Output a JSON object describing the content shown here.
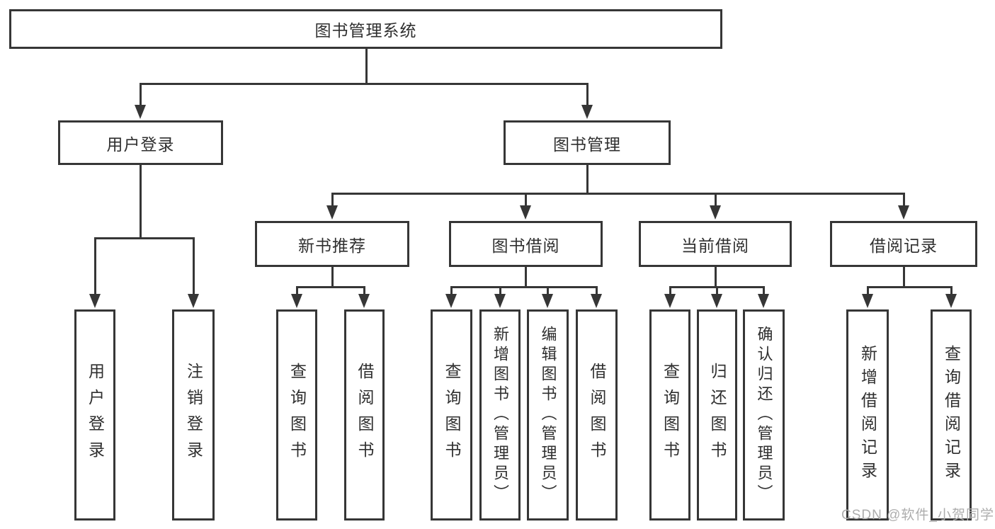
{
  "diagram": {
    "root": {
      "label": "图书管理系统"
    },
    "level2": [
      {
        "label": "用户登录"
      },
      {
        "label": "图书管理"
      }
    ],
    "level3": [
      {
        "label": "新书推荐"
      },
      {
        "label": "图书借阅"
      },
      {
        "label": "当前借阅"
      },
      {
        "label": "借阅记录"
      }
    ],
    "leaves": {
      "user_login": [
        "用户登录",
        "注销登录"
      ],
      "new_book": [
        "查询图书",
        "借阅图书"
      ],
      "book_borrow": [
        "查询图书",
        "新增图书（管理员）",
        "编辑图书（管理员）",
        "借阅图书"
      ],
      "current_borrow": [
        "查询图书",
        "归还图书",
        "确认归还（管理员）"
      ],
      "borrow_record": [
        "新增借阅记录",
        "查询借阅记录"
      ]
    }
  },
  "watermark": {
    "text": "CSDN @软件_小贺同学"
  },
  "colors": {
    "line": "#363636",
    "text": "#2f2f2f",
    "background": "#ffffff",
    "watermark": "#adadad"
  }
}
